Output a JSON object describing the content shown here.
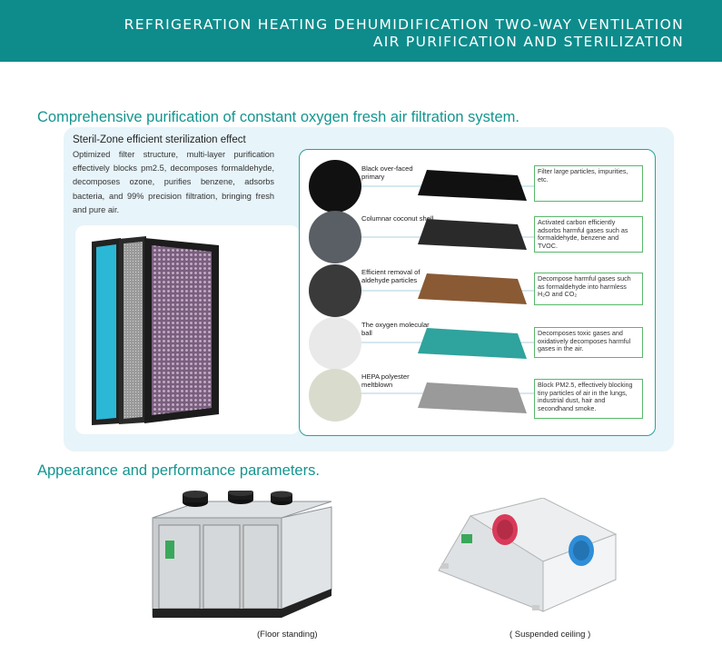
{
  "banner": {
    "line1": "REFRIGERATION  HEATING  DEHUMIDIFICATION  TWO-WAY VENTILATION",
    "line2": "AIR PURIFICATION AND STERILIZATION"
  },
  "section1": {
    "title": "Comprehensive purification of constant oxygen fresh air filtration system.",
    "subtitle": "Steril-Zone efficient sterilization effect",
    "description": "Optimized filter structure, multi-layer purification effectively blocks pm2.5, decomposes formaldehyde, decomposes ozone, purifies benzene, adsorbs bacteria, and 99% precision filtration, bringing fresh and pure air."
  },
  "layers": [
    {
      "name": "Black over-faced primary",
      "effect": "Filter large particles, impurities, etc.",
      "swatch": "#1a1a1a",
      "mesh": "#111111"
    },
    {
      "name": "Columnar coconut shell",
      "effect": "Activated carbon efficiently adsorbs harmful gases such as formaldehyde, benzene and TVOC.",
      "swatch": "#5a5f66",
      "mesh": "#2a2a2a"
    },
    {
      "name": "Efficient removal of aldehyde particles",
      "effect": "Decompose harmful gases such as formaldehyde into harmless H₂O and CO₂",
      "swatch": "#3a3a3a",
      "mesh": "#8a5a35"
    },
    {
      "name": "The oxygen molecular ball",
      "effect": "Decomposes toxic gases and oxidatively decomposes harmful gases in the air.",
      "swatch": "#e9e9e9",
      "mesh": "#2fa39d"
    },
    {
      "name": "HEPA polyester meltblown",
      "effect": "Block PM2.5, effectively blocking tiny particles of air in the lungs, industrial dust, hair and secondhand smoke.",
      "swatch": "#d9dccc",
      "mesh": "#9a9a9a"
    }
  ],
  "section2": {
    "title": "Appearance and performance parameters.",
    "caption_floor": "(Floor standing)",
    "caption_ceiling": "( Suspended ceiling )"
  },
  "colors": {
    "brand": "#0e8c8c",
    "heading": "#14958f",
    "panel": "#e7f4fa",
    "box_border": "#58b86a"
  }
}
